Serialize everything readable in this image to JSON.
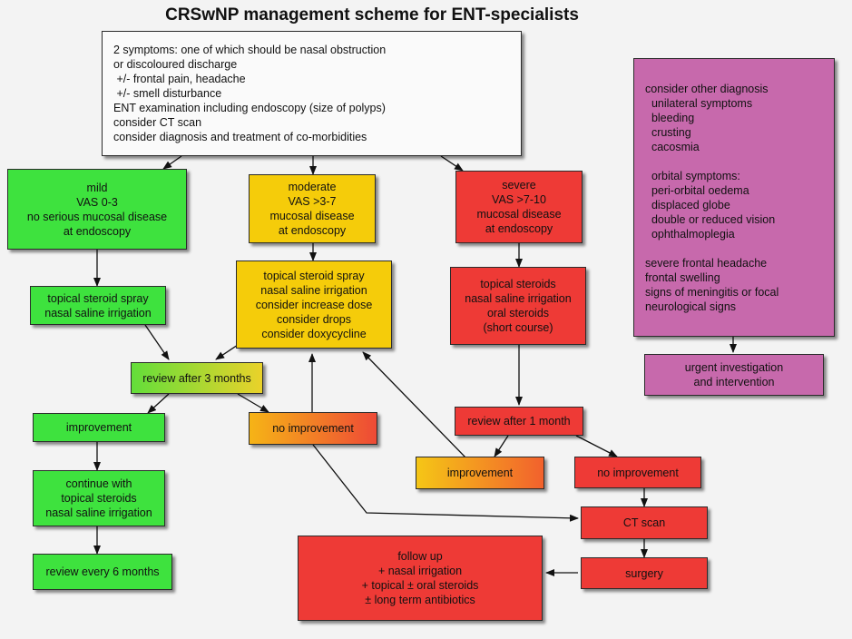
{
  "title": "CRSwNP management scheme for ENT-specialists",
  "colors": {
    "green": "#3ee23e",
    "yellow": "#f5cc0a",
    "red": "#ee3a36",
    "purple": "#c769ac",
    "white": "#fafafa"
  },
  "boxes": {
    "symptoms": [
      "2 symptoms: one of which should be nasal obstruction",
      "or discoloured discharge",
      " +/- frontal pain, headache",
      " +/- smell disturbance",
      "ENT examination including endoscopy (size of polyps)",
      "consider CT scan",
      "consider diagnosis and treatment of co-morbidities"
    ],
    "mild": [
      "mild",
      "VAS 0-3",
      "no serious mucosal disease",
      "at endoscopy"
    ],
    "moderate": [
      "moderate",
      "VAS >3-7",
      "mucosal disease",
      "at endoscopy"
    ],
    "severe": [
      "severe",
      "VAS >7-10",
      "mucosal disease",
      "at endoscopy"
    ],
    "mild_treatment": [
      "topical steroid spray",
      "nasal saline irrigation"
    ],
    "moderate_treatment": [
      "topical steroid spray",
      "nasal saline irrigation",
      "consider increase dose",
      "consider drops",
      "consider doxycycline"
    ],
    "severe_treatment": [
      "topical steroids",
      "nasal saline irrigation",
      "oral steroids",
      "(short course)"
    ],
    "review_3_months": [
      "review after 3 months"
    ],
    "improvement_left": [
      "improvement"
    ],
    "no_improvement_mid": [
      "no improvement"
    ],
    "continue_with": [
      "continue with",
      "topical steroids",
      "nasal saline irrigation"
    ],
    "review_6_months": [
      "review every 6 months"
    ],
    "review_1_month": [
      "review after 1 month"
    ],
    "improvement_right": [
      "improvement"
    ],
    "no_improvement_right": [
      "no improvement"
    ],
    "ct_scan": [
      "CT scan"
    ],
    "surgery": [
      "surgery"
    ],
    "follow_up": [
      "follow up",
      "+ nasal irrigation",
      "+ topical ± oral steroids",
      "± long term antibiotics"
    ],
    "other_diagnosis": [
      "consider other diagnosis",
      "  unilateral symptoms",
      "  bleeding",
      "  crusting",
      "  cacosmia",
      "",
      "  orbital symptoms:",
      "  peri-orbital oedema",
      "  displaced globe",
      "  double or reduced vision",
      "  ophthalmoplegia",
      "",
      "severe frontal headache",
      "frontal swelling",
      "signs of meningitis or focal",
      "neurological signs"
    ],
    "urgent": [
      "urgent investigation",
      "and intervention"
    ]
  }
}
